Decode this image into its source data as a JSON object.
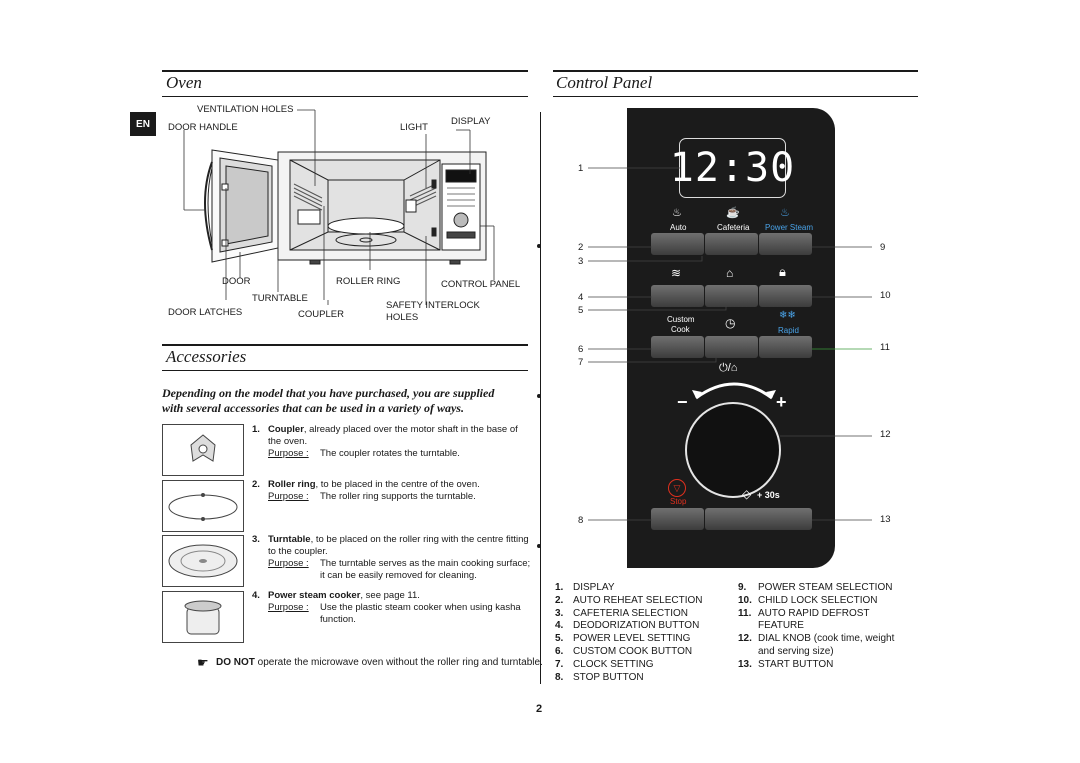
{
  "lang_tab": "EN",
  "oven": {
    "title": "Oven",
    "labels": {
      "ventilation_holes": "VENTILATION HOLES",
      "door_handle": "DOOR HANDLE",
      "light": "LIGHT",
      "display": "DISPLAY",
      "door": "DOOR",
      "roller_ring": "ROLLER RING",
      "control_panel": "CONTROL PANEL",
      "turntable": "TURNTABLE",
      "safety_interlock": "SAFETY INTERLOCK",
      "holes": "HOLES",
      "door_latches": "DOOR LATCHES",
      "coupler": "COUPLER"
    }
  },
  "accessories": {
    "title": "Accessories",
    "intro_line1": "Depending on the model that you have purchased, you are supplied",
    "intro_line2": "with several accessories that can be used in a variety of ways.",
    "items": [
      {
        "num": "1.",
        "name": "Coupler",
        "desc": ", already placed over the motor shaft in the base of the oven.",
        "purpose_label": "Purpose :",
        "purpose": "The coupler rotates the turntable."
      },
      {
        "num": "2.",
        "name": "Roller ring",
        "desc": ", to be placed in the centre of the oven.",
        "purpose_label": "Purpose :",
        "purpose": "The roller ring supports the turntable."
      },
      {
        "num": "3.",
        "name": "Turntable",
        "desc": ", to be placed on the roller ring with the centre fitting to the coupler.",
        "purpose_label": "Purpose :",
        "purpose": "The turntable serves as the main cooking surface; it can be easily removed for cleaning."
      },
      {
        "num": "4.",
        "name": "Power steam cooker",
        "desc": ", see page 11.",
        "purpose_label": "Purpose :",
        "purpose": "Use the plastic steam cooker when using kasha function."
      }
    ],
    "note_bold": "DO NOT",
    "note_rest": " operate the microwave oven without the roller ring and turntable."
  },
  "control_panel": {
    "title": "Control Panel",
    "display_time": "12:30",
    "panel_labels": {
      "auto": "Auto",
      "cafeteria": "Cafeteria",
      "power_steam": "Power Steam",
      "custom_cook_1": "Custom",
      "custom_cook_2": "Cook",
      "rapid": "Rapid",
      "stop": "Stop",
      "plus30": "+ 30s",
      "minus": "−",
      "plus": "+"
    },
    "callouts_left": [
      "1",
      "2",
      "3",
      "4",
      "5",
      "6",
      "7",
      "8"
    ],
    "callouts_right": [
      "9",
      "10",
      "11",
      "12",
      "13"
    ],
    "legend_left": [
      {
        "n": "1.",
        "t": "DISPLAY"
      },
      {
        "n": "2.",
        "t": "AUTO REHEAT SELECTION"
      },
      {
        "n": "3.",
        "t": "CAFETERIA SELECTION"
      },
      {
        "n": "4.",
        "t": "DEODORIZATION BUTTON"
      },
      {
        "n": "5.",
        "t": "POWER LEVEL SETTING"
      },
      {
        "n": "6.",
        "t": "CUSTOM COOK BUTTON"
      },
      {
        "n": "7.",
        "t": "CLOCK SETTING"
      },
      {
        "n": "8.",
        "t": "STOP BUTTON"
      }
    ],
    "legend_right": [
      {
        "n": "9.",
        "t": "POWER STEAM SELECTION"
      },
      {
        "n": "10.",
        "t": "CHILD LOCK SELECTION"
      },
      {
        "n": "11.",
        "t": "AUTO RAPID DEFROST"
      },
      {
        "n": "",
        "t": "FEATURE"
      },
      {
        "n": "12.",
        "t": "DIAL KNOB (cook time, weight"
      },
      {
        "n": "",
        "t": "and serving size)"
      },
      {
        "n": "13.",
        "t": "START BUTTON"
      }
    ]
  },
  "page_number": "2"
}
